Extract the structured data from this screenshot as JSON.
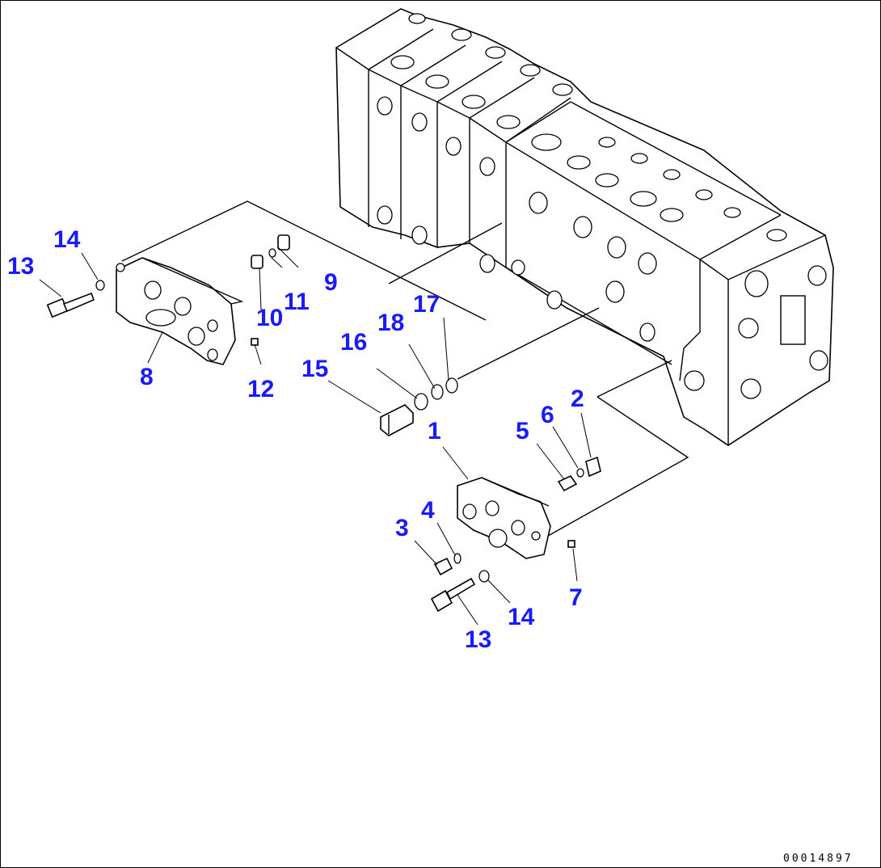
{
  "diagram": {
    "drawing_number": "00014897",
    "labels": [
      {
        "id": "l1",
        "text": "1"
      },
      {
        "id": "l2",
        "text": "2"
      },
      {
        "id": "l3",
        "text": "3"
      },
      {
        "id": "l4",
        "text": "4"
      },
      {
        "id": "l5",
        "text": "5"
      },
      {
        "id": "l6",
        "text": "6"
      },
      {
        "id": "l7",
        "text": "7"
      },
      {
        "id": "l8",
        "text": "8"
      },
      {
        "id": "l9",
        "text": "9"
      },
      {
        "id": "l10",
        "text": "10"
      },
      {
        "id": "l11",
        "text": "11"
      },
      {
        "id": "l12",
        "text": "12"
      },
      {
        "id": "l13a",
        "text": "13"
      },
      {
        "id": "l13b",
        "text": "13"
      },
      {
        "id": "l14a",
        "text": "14"
      },
      {
        "id": "l14b",
        "text": "14"
      },
      {
        "id": "l15",
        "text": "15"
      },
      {
        "id": "l16",
        "text": "16"
      },
      {
        "id": "l17",
        "text": "17"
      },
      {
        "id": "l18",
        "text": "18"
      }
    ],
    "label_color": "#1a1aff"
  }
}
